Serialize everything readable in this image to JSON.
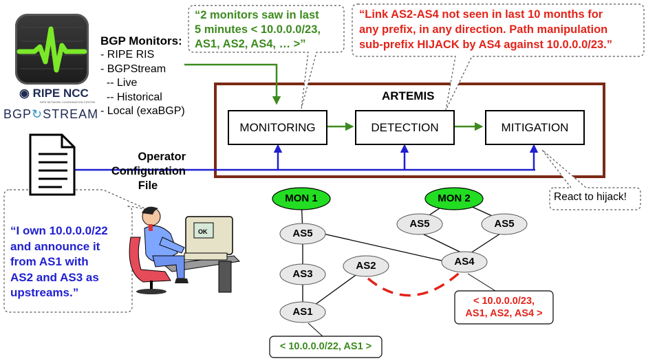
{
  "monitors": {
    "heading": "BGP Monitors:",
    "items": [
      "- RIPE RIS",
      "- BGPStream",
      "  -- Live",
      "  -- Historical",
      "- Local (exaBGP)"
    ]
  },
  "logos": {
    "ripe": "RIPE NCC",
    "ripe_sub": "RIPE NETWORK COORDINATION CENTRE",
    "bgpstream_prefix": "BGP",
    "bgpstream_suffix": "STREAM"
  },
  "artemis": {
    "title": "ARTEMIS",
    "monitoring": "MONITORING",
    "detection": "DETECTION",
    "mitigation": "MITIGATION"
  },
  "operator": {
    "label_lines": [
      "Operator",
      "Configuration",
      "File"
    ],
    "quote_lines": [
      "“I own 10.0.0.0/22",
      "and announce it",
      "from AS1 with",
      "AS2 and AS3 as",
      "upstreams.”"
    ]
  },
  "monitor_quote_lines": [
    "“2 monitors saw in last",
    "5 minutes < 10.0.0.0/23,",
    "AS1, AS2, AS4, … >”"
  ],
  "hijack_quote_lines": [
    "“Link AS2-AS4 not seen in last 10 months for",
    "any prefix, in any direction. Path manipulation",
    "sub-prefix HIJACK by AS4 against 10.0.0.0/23.”"
  ],
  "react": "React to hijack!",
  "graph": {
    "mon1": "MON 1",
    "mon2": "MON 2",
    "as5a": "AS5",
    "as5b": "AS5",
    "as5c": "AS5",
    "as3": "AS3",
    "as2": "AS2",
    "as4": "AS4",
    "as1": "AS1",
    "legit_route": "< 10.0.0.0/22, AS1 >",
    "hijack_route_lines": [
      "< 10.0.0.0/23,",
      "AS1, AS2, AS4 >"
    ]
  },
  "pc_screen": "OK",
  "colors": {
    "green_text": "#3d8a1f",
    "red_text": "#e2231a",
    "blue_text": "#1f1fd0",
    "artemis_border": "#7b2a16",
    "mon_fill": "#22dd22",
    "as_fill": "#e8e8e8",
    "arrow_green": "#3d8a1f",
    "arrow_blue": "#1f1fd0",
    "hijack_dash": "#e2231a"
  }
}
